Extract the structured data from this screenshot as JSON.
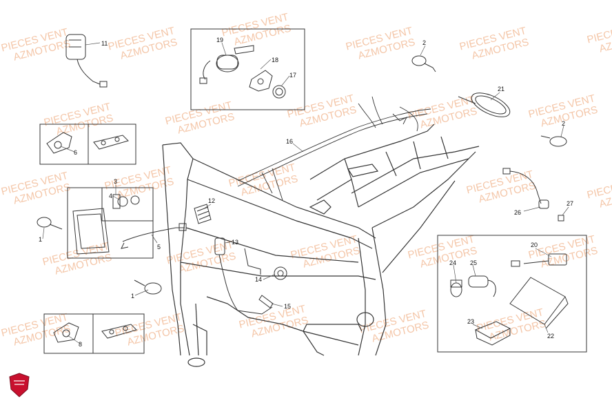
{
  "watermark": {
    "line1": "PIECES VENT",
    "line2": "AZMOTORS"
  },
  "callouts": [
    "1",
    "1",
    "2",
    "2",
    "3",
    "4",
    "5",
    "6",
    "8",
    "11",
    "12",
    "13",
    "14",
    "15",
    "16",
    "17",
    "18",
    "19",
    "20",
    "21",
    "22",
    "23",
    "24",
    "25",
    "26",
    "27"
  ],
  "colors": {
    "line": "#333333",
    "watermark": "#f4c6a8",
    "logo": "#c8102e"
  },
  "logo_icon": "brand-shield-icon"
}
